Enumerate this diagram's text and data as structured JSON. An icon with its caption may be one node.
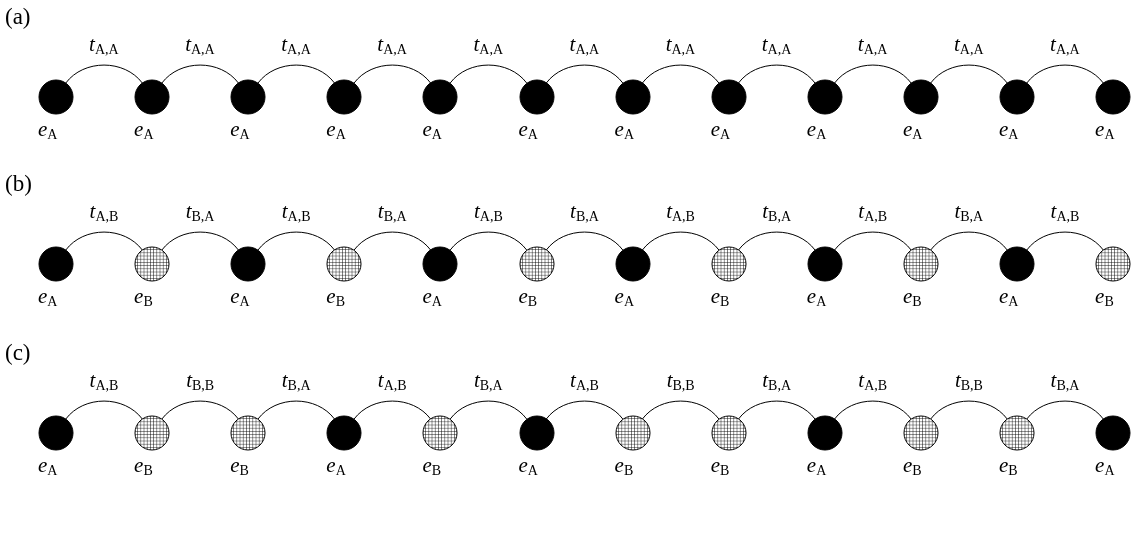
{
  "diagram": {
    "nodes": [
      {
        "text": [],
        "shape": "dot",
        "beside": [
          "*e*$_{A}$"
        ]
      },
      {
        "text": [],
        "shape": "dot",
        "beside": [
          "*e*$_{A}$"
        ]
      },
      {
        "text": [],
        "shape": "dot",
        "beside": [
          "*e*$_{A}$"
        ]
      },
      {
        "text": [],
        "shape": "dot",
        "beside": [
          "*e*$_{A}$"
        ]
      },
      {
        "text": [],
        "shape": "dot",
        "beside": [
          "*e*$_{A}$"
        ]
      },
      {
        "text": [],
        "shape": "dot",
        "beside": [
          "*e*$_{A}$"
        ]
      },
      {
        "text": [],
        "shape": "dot",
        "beside": [
          "*e*$_{A}$"
        ]
      },
      {
        "text": [],
        "shape": "dot",
        "beside": [
          "*e*$_{A}$"
        ]
      },
      {
        "text": [],
        "shape": "dot",
        "beside": [
          "*e*$_{A}$"
        ]
      },
      {
        "text": [],
        "shape": "dot",
        "beside": [
          "*e*$_{A}$"
        ]
      },
      {
        "text": [],
        "shape": "dot",
        "beside": [
          "*e*$_{A}$"
        ]
      },
      {
        "text": [],
        "shape": "dot",
        "beside": [
          "*e*$_{A}$"
        ]
      },
      {
        "text": [],
        "shape": "dot",
        "beside": [
          "*e*$_{A}$"
        ]
      },
      {
        "text": [],
        "shape": "circle",
        "beside": [
          "*e*$_{B}$"
        ]
      },
      {
        "text": [],
        "shape": "dot",
        "beside": [
          "*e*$_{A}$"
        ]
      },
      {
        "text": [],
        "shape": "circle",
        "beside": [
          "*e*$_{B}$"
        ]
      },
      {
        "text": [],
        "shape": "dot",
        "beside": [
          "*e*$_{A}$"
        ]
      },
      {
        "text": [],
        "shape": "circle",
        "beside": [
          "*e*$_{B}$"
        ]
      },
      {
        "text": [],
        "shape": "dot",
        "beside": [
          "*e*$_{A}$"
        ]
      },
      {
        "text": [],
        "shape": "circle",
        "beside": [
          "*e*$_{B}$"
        ]
      },
      {
        "text": [],
        "shape": "dot",
        "beside": [
          "*e*$_{A}$"
        ]
      },
      {
        "text": [],
        "shape": "circle",
        "beside": [
          "*e*$_{B}$"
        ]
      },
      {
        "text": [],
        "shape": "dot",
        "beside": [
          "*e*$_{A}$"
        ]
      },
      {
        "text": [],
        "shape": "circle",
        "beside": [
          "*e*$_{B}$"
        ]
      },
      {
        "text": [],
        "shape": "dot",
        "beside": [
          "*e*$_{A}$"
        ]
      },
      {
        "text": [],
        "shape": "circle",
        "beside": [
          "*e*$_{B}$"
        ]
      },
      {
        "text": [],
        "shape": "circle",
        "beside": [
          "*e*$_{B}$"
        ]
      },
      {
        "text": [],
        "shape": "dot",
        "beside": [
          "*e*$_{A}$"
        ]
      },
      {
        "text": [],
        "shape": "circle",
        "beside": [
          "*e*$_{B}$"
        ]
      },
      {
        "text": [],
        "shape": "dot",
        "beside": [
          "*e*$_{A}$"
        ]
      },
      {
        "text": [],
        "shape": "circle",
        "beside": [
          "*e*$_{B}$"
        ]
      },
      {
        "text": [],
        "shape": "circle",
        "beside": [
          "*e*$_{B}$"
        ]
      },
      {
        "text": [],
        "shape": "dot",
        "beside": [
          "*e*$_{A}$"
        ]
      },
      {
        "text": [],
        "shape": "circle",
        "beside": [
          "*e*$_{B}$"
        ]
      },
      {
        "text": [],
        "shape": "circle",
        "beside": [
          "*e*$_{B}$"
        ]
      },
      {
        "text": [],
        "shape": "dot",
        "beside": [
          "*e*$_{A}$"
        ]
      }
    ],
    "edges": [
      {
        "from": 0,
        "to": 1,
        "arrow": "none",
        "label": "*t*$_{A,A}$"
      },
      {
        "from": 1,
        "to": 2,
        "arrow": "none",
        "label": "*t*$_{A,A}$"
      },
      {
        "from": 2,
        "to": 3,
        "arrow": "none",
        "label": "*t*$_{A,A}$"
      },
      {
        "from": 3,
        "to": 4,
        "arrow": "none",
        "label": "*t*$_{A,A}$"
      },
      {
        "from": 4,
        "to": 5,
        "arrow": "none",
        "label": "*t*$_{A,A}$"
      },
      {
        "from": 5,
        "to": 6,
        "arrow": "none",
        "label": "*t*$_{A,A}$"
      },
      {
        "from": 6,
        "to": 7,
        "arrow": "none",
        "label": "*t*$_{A,A}$"
      },
      {
        "from": 7,
        "to": 8,
        "arrow": "none",
        "label": "*t*$_{A,A}$"
      },
      {
        "from": 8,
        "to": 9,
        "arrow": "none",
        "label": "*t*$_{A,A}$"
      },
      {
        "from": 9,
        "to": 10,
        "arrow": "none",
        "label": "*t*$_{A,A}$"
      },
      {
        "from": 10,
        "to": 11,
        "arrow": "none",
        "label": "*t*$_{A,A}$"
      },
      {
        "from": 12,
        "to": 13,
        "arrow": "none",
        "label": "*t*$_{A,B}$"
      },
      {
        "from": 13,
        "to": 14,
        "arrow": "none",
        "label": "*t*$_{B,A}$"
      },
      {
        "from": 14,
        "to": 15,
        "arrow": "none",
        "label": "*t*$_{A,B}$"
      },
      {
        "from": 15,
        "to": 16,
        "arrow": "none",
        "label": "*t*$_{B,A}$"
      },
      {
        "from": 16,
        "to": 17,
        "arrow": "none",
        "label": "*t*$_{A,B}$"
      },
      {
        "from": 17,
        "to": 18,
        "arrow": "none",
        "label": "*t*$_{B,A}$"
      },
      {
        "from": 18,
        "to": 19,
        "arrow": "none",
        "label": "*t*$_{A,B}$"
      },
      {
        "from": 19,
        "to": 20,
        "arrow": "none",
        "label": "*t*$_{B,A}$"
      },
      {
        "from": 20,
        "to": 21,
        "arrow": "none",
        "label": "*t*$_{A,B}$"
      },
      {
        "from": 21,
        "to": 22,
        "arrow": "none",
        "label": "*t*$_{B,A}$"
      },
      {
        "from": 22,
        "to": 23,
        "arrow": "none",
        "label": "*t*$_{A,B}$"
      },
      {
        "from": 24,
        "to": 25,
        "arrow": "none",
        "label": "*t*$_{A,B}$"
      },
      {
        "from": 25,
        "to": 26,
        "arrow": "none",
        "label": "*t*$_{B,B}$"
      },
      {
        "from": 26,
        "to": 27,
        "arrow": "none",
        "label": "*t*$_{B,A}$"
      },
      {
        "from": 27,
        "to": 28,
        "arrow": "none",
        "label": "*t*$_{A,B}$"
      },
      {
        "from": 28,
        "to": 29,
        "arrow": "none",
        "label": "*t*$_{B,A}$"
      },
      {
        "from": 29,
        "to": 30,
        "arrow": "none",
        "label": "*t*$_{A,B}$"
      },
      {
        "from": 30,
        "to": 31,
        "arrow": "none",
        "label": "*t*$_{B,B}$"
      },
      {
        "from": 31,
        "to": 32,
        "arrow": "none",
        "label": "*t*$_{B,A}$"
      },
      {
        "from": 32,
        "to": 33,
        "arrow": "none",
        "label": "*t*$_{A,B}$"
      },
      {
        "from": 33,
        "to": 34,
        "arrow": "none",
        "label": "*t*$_{B,B}$"
      },
      {
        "from": 34,
        "to": 35,
        "arrow": "none",
        "label": "*t*$_{B,A}$"
      }
    ],
    "labels": [
      "(a)",
      "(b)",
      "(c)"
    ]
  }
}
